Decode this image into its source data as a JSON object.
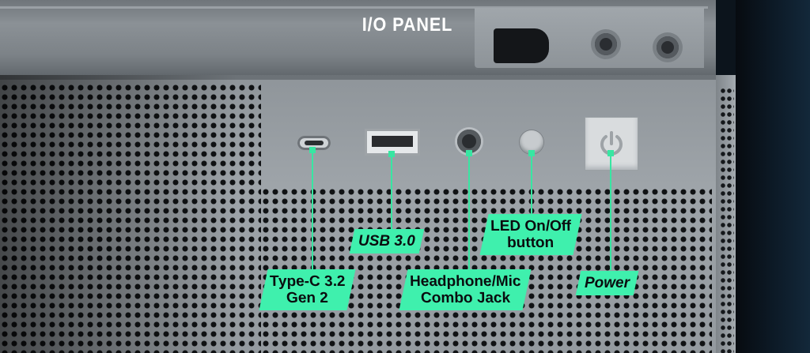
{
  "title": "I/O PANEL",
  "accent_color": "#3ff0ad",
  "ports": [
    {
      "id": "usb-c",
      "icon": "usb-c-port",
      "label_line1": "Type-C 3.2",
      "label_line2": "Gen 2"
    },
    {
      "id": "usb-a",
      "icon": "usb-a-port",
      "label_line1": "USB 3.0",
      "label_line2": ""
    },
    {
      "id": "audio",
      "icon": "audio-jack",
      "label_line1": "Headphone/Mic",
      "label_line2": "Combo Jack"
    },
    {
      "id": "led",
      "icon": "led-button",
      "label_line1": "LED On/Off",
      "label_line2": "button"
    },
    {
      "id": "power",
      "icon": "power-icon",
      "label_line1": "Power",
      "label_line2": ""
    }
  ]
}
